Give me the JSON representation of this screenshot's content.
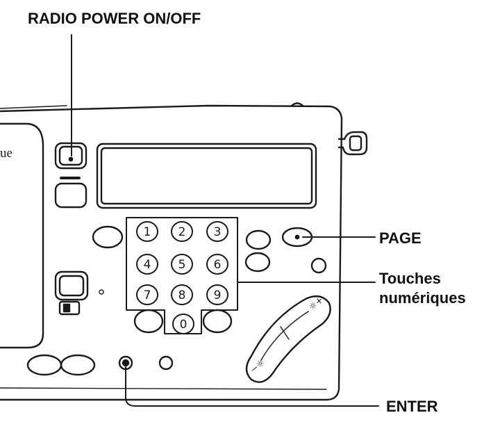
{
  "labels": {
    "radio_power": "RADIO POWER ON/OFF",
    "page": "PAGE",
    "touches_line1": "Touches",
    "touches_line2": "numériques",
    "enter": "ENTER"
  },
  "clipped_text": "ue",
  "keypad": {
    "digits": [
      "1",
      "2",
      "3",
      "4",
      "5",
      "6",
      "7",
      "8",
      "9",
      "0"
    ]
  }
}
